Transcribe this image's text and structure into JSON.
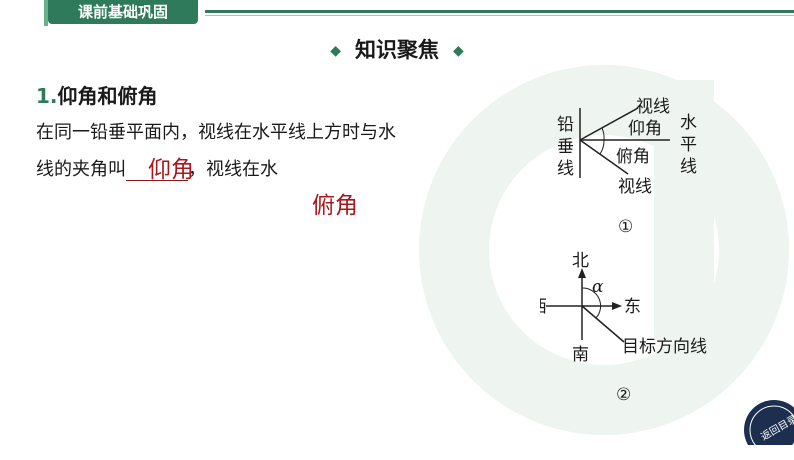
{
  "header": {
    "section_tab": "课前基础巩固"
  },
  "heading": {
    "title": "知识聚焦"
  },
  "content": {
    "subtitle_num": "1.",
    "subtitle_text": "仰角和俯角",
    "line1": "在同一铅垂平面内，视线在水平线上方时与水",
    "line2_prefix": "线的夹角叫",
    "line2_suffix": "，视线在水",
    "answer1": "仰角",
    "answer2": "俯角"
  },
  "diagram1": {
    "plumb_line_label": [
      "铅",
      "垂",
      "线"
    ],
    "sight_line_top": "视线",
    "elevation_label": "仰角",
    "horizontal_label": [
      "水",
      "平",
      "线"
    ],
    "depression_label": "俯角",
    "sight_line_bottom": "视线",
    "index": "①"
  },
  "diagram2": {
    "north": "北",
    "south": "南",
    "west": "西",
    "east": "东",
    "alpha": "α",
    "target_line_label": "目标方向线",
    "index": "②"
  },
  "nav": {
    "back_label": "返回目录"
  },
  "colors": {
    "brand_green": "#2f7a5a",
    "answer_red": "#a8181c",
    "nav_dark": "#1d2f4f"
  }
}
